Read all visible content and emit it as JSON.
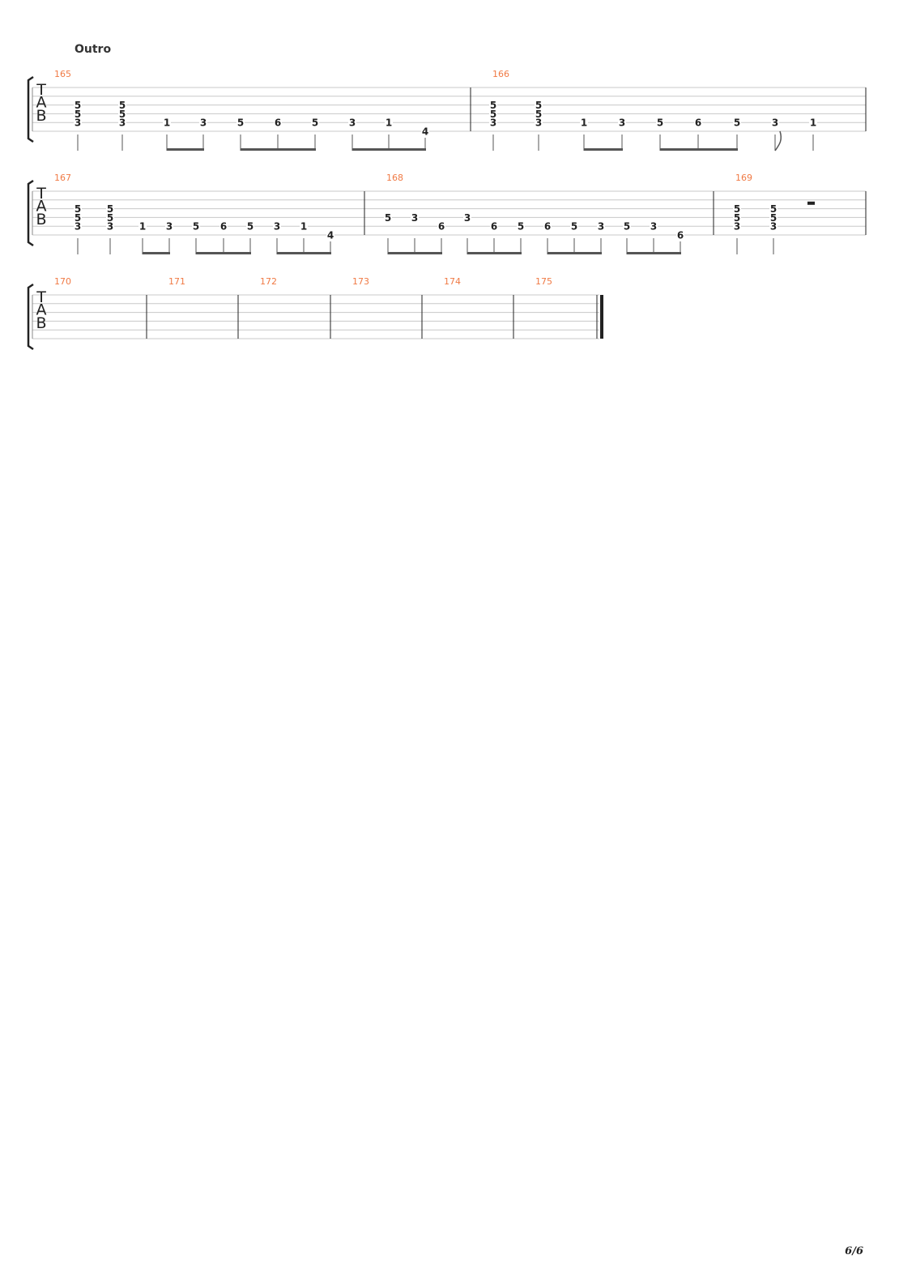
{
  "section_label": "Outro",
  "page_number": "6/6",
  "clef_letters": [
    "T",
    "A",
    "B"
  ],
  "colors": {
    "measure_number": "#f07a45",
    "staff_line": "#c8c8c8",
    "ink": "#222222"
  },
  "measures": [
    {
      "number": "165",
      "notes": [
        {
          "frets": [
            "5",
            "5",
            "3"
          ],
          "strings": [
            3,
            4,
            5
          ]
        },
        {
          "frets": [
            "5",
            "5",
            "3"
          ],
          "strings": [
            3,
            4,
            5
          ]
        },
        {
          "frets": [
            "1"
          ],
          "strings": [
            5
          ]
        },
        {
          "frets": [
            "3"
          ],
          "strings": [
            5
          ]
        },
        {
          "frets": [
            "5"
          ],
          "strings": [
            5
          ]
        },
        {
          "frets": [
            "6"
          ],
          "strings": [
            5
          ]
        },
        {
          "frets": [
            "5"
          ],
          "strings": [
            5
          ]
        },
        {
          "frets": [
            "3"
          ],
          "strings": [
            5
          ]
        },
        {
          "frets": [
            "1"
          ],
          "strings": [
            5
          ]
        },
        {
          "frets": [
            "4"
          ],
          "strings": [
            6
          ]
        }
      ]
    },
    {
      "number": "166",
      "notes": [
        {
          "frets": [
            "5",
            "5",
            "3"
          ],
          "strings": [
            3,
            4,
            5
          ]
        },
        {
          "frets": [
            "5",
            "5",
            "3"
          ],
          "strings": [
            3,
            4,
            5
          ]
        },
        {
          "frets": [
            "1"
          ],
          "strings": [
            5
          ]
        },
        {
          "frets": [
            "3"
          ],
          "strings": [
            5
          ]
        },
        {
          "frets": [
            "5"
          ],
          "strings": [
            5
          ]
        },
        {
          "frets": [
            "6"
          ],
          "strings": [
            5
          ]
        },
        {
          "frets": [
            "5"
          ],
          "strings": [
            5
          ]
        },
        {
          "frets": [
            "3"
          ],
          "strings": [
            5
          ]
        },
        {
          "frets": [
            "1"
          ],
          "strings": [
            5
          ]
        }
      ]
    },
    {
      "number": "167",
      "notes": [
        {
          "frets": [
            "5",
            "5",
            "3"
          ],
          "strings": [
            3,
            4,
            5
          ]
        },
        {
          "frets": [
            "5",
            "5",
            "3"
          ],
          "strings": [
            3,
            4,
            5
          ]
        },
        {
          "frets": [
            "1"
          ],
          "strings": [
            5
          ]
        },
        {
          "frets": [
            "3"
          ],
          "strings": [
            5
          ]
        },
        {
          "frets": [
            "5"
          ],
          "strings": [
            5
          ]
        },
        {
          "frets": [
            "6"
          ],
          "strings": [
            5
          ]
        },
        {
          "frets": [
            "5"
          ],
          "strings": [
            5
          ]
        },
        {
          "frets": [
            "3"
          ],
          "strings": [
            5
          ]
        },
        {
          "frets": [
            "1"
          ],
          "strings": [
            5
          ]
        },
        {
          "frets": [
            "4"
          ],
          "strings": [
            6
          ]
        }
      ]
    },
    {
      "number": "168",
      "notes": [
        {
          "frets": [
            "5"
          ],
          "strings": [
            4
          ]
        },
        {
          "frets": [
            "3"
          ],
          "strings": [
            4
          ]
        },
        {
          "frets": [
            "6"
          ],
          "strings": [
            5
          ]
        },
        {
          "frets": [
            "3"
          ],
          "strings": [
            4
          ]
        },
        {
          "frets": [
            "6"
          ],
          "strings": [
            5
          ]
        },
        {
          "frets": [
            "5"
          ],
          "strings": [
            5
          ]
        },
        {
          "frets": [
            "6"
          ],
          "strings": [
            5
          ]
        },
        {
          "frets": [
            "5"
          ],
          "strings": [
            5
          ]
        },
        {
          "frets": [
            "3"
          ],
          "strings": [
            5
          ]
        },
        {
          "frets": [
            "5"
          ],
          "strings": [
            5
          ]
        },
        {
          "frets": [
            "3"
          ],
          "strings": [
            5
          ]
        },
        {
          "frets": [
            "6"
          ],
          "strings": [
            6
          ]
        }
      ]
    },
    {
      "number": "169",
      "notes": [
        {
          "frets": [
            "5",
            "5",
            "3"
          ],
          "strings": [
            3,
            4,
            5
          ]
        },
        {
          "frets": [
            "5",
            "5",
            "3"
          ],
          "strings": [
            3,
            4,
            5
          ]
        }
      ]
    },
    {
      "number": "170",
      "notes": []
    },
    {
      "number": "171",
      "notes": []
    },
    {
      "number": "172",
      "notes": []
    },
    {
      "number": "173",
      "notes": []
    },
    {
      "number": "174",
      "notes": []
    },
    {
      "number": "175",
      "notes": []
    }
  ]
}
